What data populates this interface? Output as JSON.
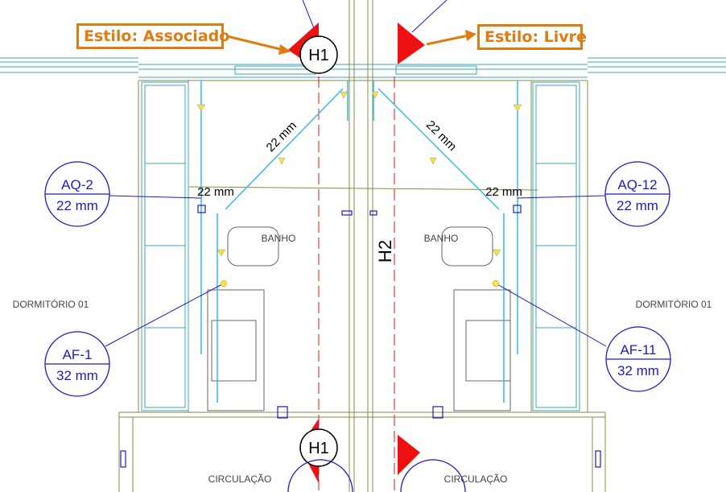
{
  "callouts": {
    "associado": "Estilo: Associado",
    "livre": "Estilo: Livre"
  },
  "section_marks": {
    "top": "H1",
    "bottom": "H1",
    "vertical": "H2"
  },
  "rooms": {
    "bath_left": "BANHO",
    "bath_right": "BANHO",
    "bedroom_left": "DORMITÓRIO 01",
    "bedroom_right": "DORMITÓRIO 01",
    "circulation_left": "CIRCULAÇÃO",
    "circulation_right": "CIRCULAÇÃO"
  },
  "pipe_dims": {
    "diag_left": "22 mm",
    "diag_right": "22 mm",
    "horiz_left": "22 mm",
    "horiz_right": "22 mm"
  },
  "tags": {
    "aq2": {
      "name": "AQ-2",
      "size": "22 mm"
    },
    "aq12": {
      "name": "AQ-12",
      "size": "22 mm"
    },
    "af1": {
      "name": "AF-1",
      "size": "32 mm"
    },
    "af11": {
      "name": "AF-11",
      "size": "32 mm"
    }
  },
  "colors": {
    "callout": "#e07b10",
    "tag_blue": "#1a1acc",
    "pipe_cyan": "#33bbe6",
    "section_red": "#ee1111",
    "wall_teal": "#3aa6b8",
    "wall_olive": "#8a8a3c"
  }
}
